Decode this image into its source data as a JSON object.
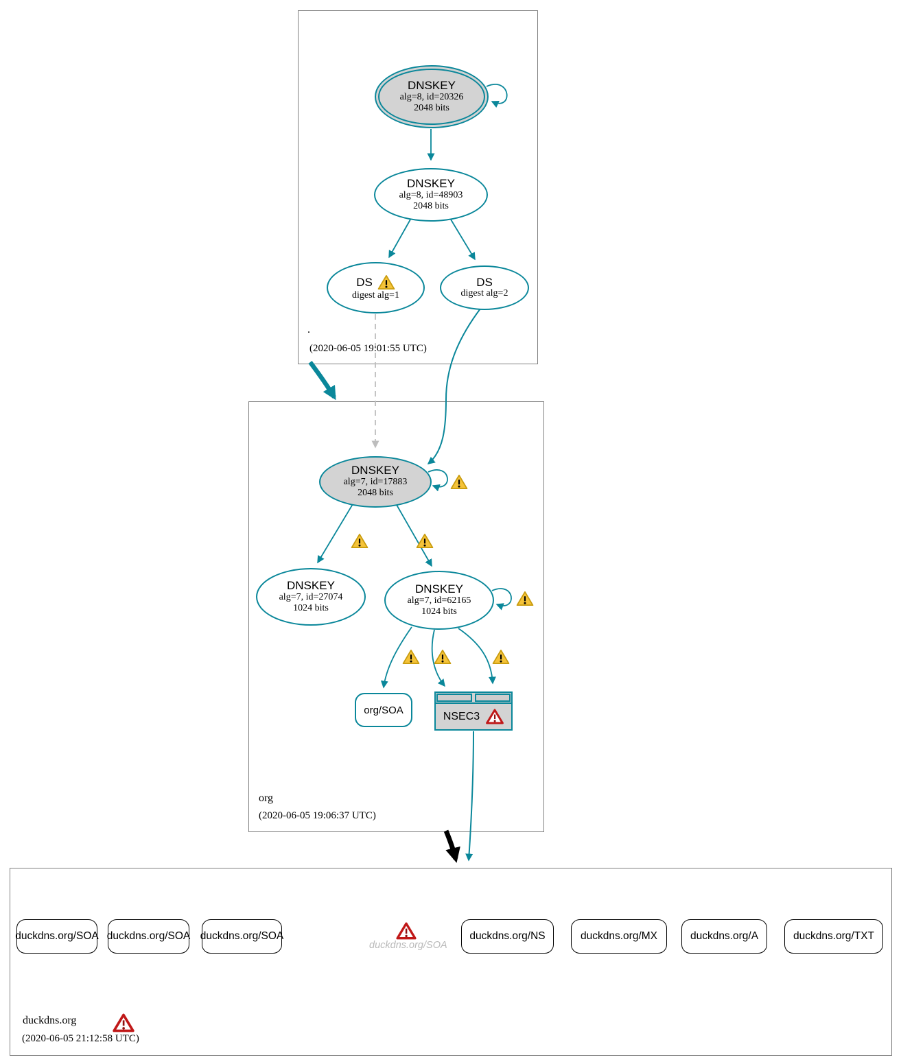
{
  "zones": {
    "root": {
      "name": ".",
      "timestamp": "(2020-06-05 19:01:55 UTC)"
    },
    "org": {
      "name": "org",
      "timestamp": "(2020-06-05 19:06:37 UTC)"
    },
    "duckdns": {
      "name": "duckdns.org",
      "timestamp": "(2020-06-05 21:12:58 UTC)"
    }
  },
  "nodes": {
    "root_ksk": {
      "title": "DNSKEY",
      "detail": "alg=8, id=20326",
      "bits": "2048 bits"
    },
    "root_zsk": {
      "title": "DNSKEY",
      "detail": "alg=8, id=48903",
      "bits": "2048 bits"
    },
    "ds_alg1": {
      "title": "DS",
      "detail": "digest alg=1"
    },
    "ds_alg2": {
      "title": "DS",
      "detail": "digest alg=2"
    },
    "org_ksk": {
      "title": "DNSKEY",
      "detail": "alg=7, id=17883",
      "bits": "2048 bits"
    },
    "org_zsk1": {
      "title": "DNSKEY",
      "detail": "alg=7, id=27074",
      "bits": "1024 bits"
    },
    "org_zsk2": {
      "title": "DNSKEY",
      "detail": "alg=7, id=62165",
      "bits": "1024 bits"
    },
    "org_soa": {
      "title": "org/SOA"
    },
    "nsec3": {
      "title": "NSEC3"
    }
  },
  "records": {
    "soa1": "duckdns.org/SOA",
    "soa2": "duckdns.org/SOA",
    "soa3": "duckdns.org/SOA",
    "soa_bogus": "duckdns.org/SOA",
    "ns": "duckdns.org/NS",
    "mx": "duckdns.org/MX",
    "a": "duckdns.org/A",
    "txt": "duckdns.org/TXT"
  },
  "icons": {
    "warning": "yellow-triangle-exclamation",
    "error": "red-triangle-exclamation"
  },
  "colors": {
    "teal": "#0a879a",
    "node_fill": "#d3d3d3",
    "warning_fill": "#f5c339",
    "warning_border": "#c89b0d",
    "error_red": "#c01818",
    "dashed_edge_gray": "#bdbdbd",
    "box_border_gray": "#7f7f7f"
  }
}
